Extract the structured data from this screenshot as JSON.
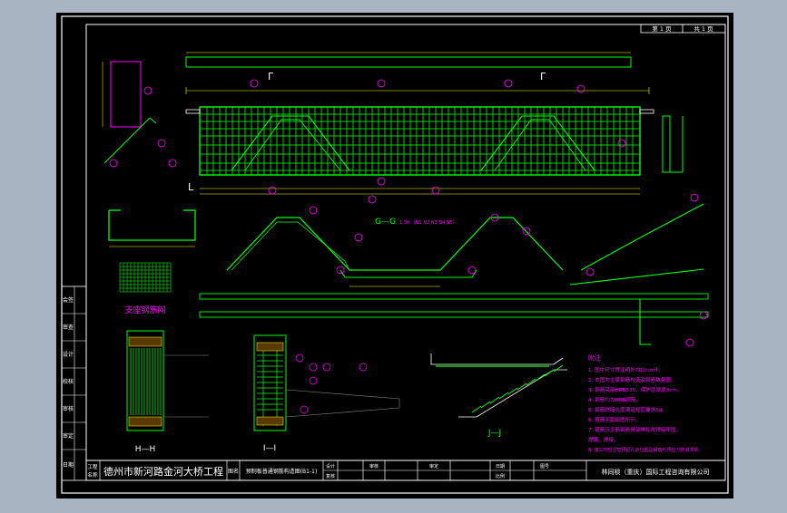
{
  "colors": {
    "background_gray": "#a9b4c2",
    "sheet": "#000000",
    "frame": "#ffffff",
    "rebar": "#00ff00",
    "dims": "#ffff00",
    "annotation": "#ff00ff",
    "border": "#ffffff"
  },
  "sheet_header": {
    "page_label": "第 1 页",
    "total_label": "共 1 页"
  },
  "views": {
    "gg_title": "G—G",
    "gg_note": "1:30 （N1 N2 N3 N4 N5）",
    "hh_title": "H—H",
    "ii_title": "I—I",
    "jj_title": "J—J",
    "mesh_title": "支座钢筋网"
  },
  "notes": {
    "title": "附注",
    "lines": [
      "1. 图中尺寸除注明外均以cm计。",
      "2. 本图为主梁钢筋构造及钢筋数量图。",
      "3. 钢筋采用HRB335，保护层厚度3cm。",
      "4. 钢筋均为HRB钢筋。",
      "5. 钢筋焊接长度满足规范要求5d。",
      "6. 箍筋间距如图所示。",
      "7. 箍筋应主筋钢筋骨架绑扎并焊接牢固，",
      "   焊接，焊接。",
      "8. 施工时应注意预留孔道位置及钢筋与预应力管道冲突。"
    ]
  },
  "title_block": {
    "project_label_1": "工程",
    "project_label_2": "名称",
    "project_name": "德州市新河路金河大桥工程",
    "drawing_label": "图名",
    "drawing_name": "预制板普通钢筋构造图(B1-1)",
    "designer": "设计",
    "reviewer": "复核",
    "checker": "审核",
    "approver": "审定",
    "date_label": "日期",
    "drawing_no_label": "图号",
    "scale_label": "比例",
    "company": "林同棪（重庆）国际工程咨询有限公司"
  },
  "side_strip": {
    "cells": [
      "会签",
      "审查",
      "设计",
      "校核",
      "审核",
      "审定",
      "日期"
    ]
  }
}
